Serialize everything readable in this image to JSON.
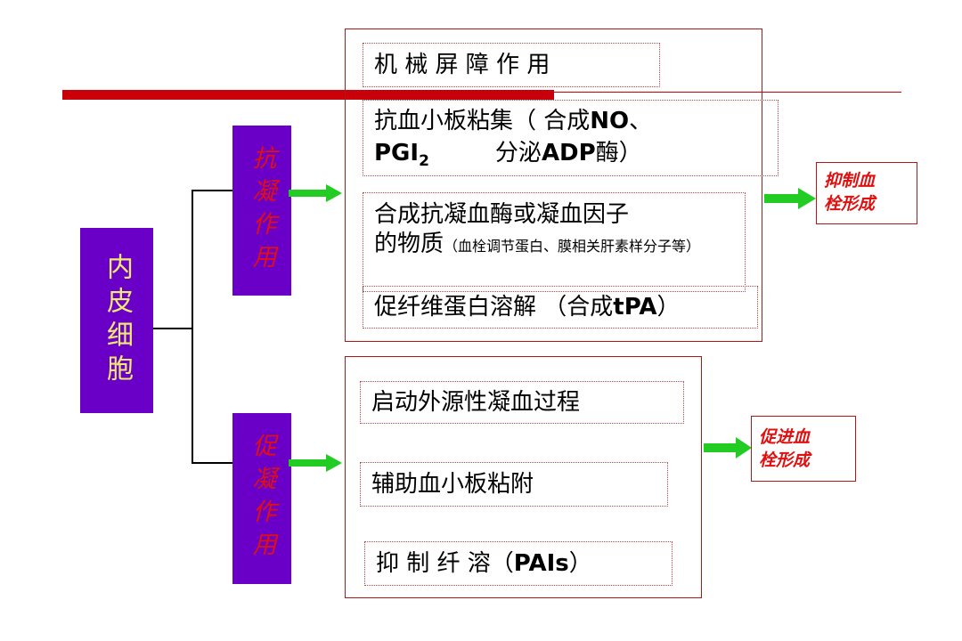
{
  "cell": {
    "label": "内皮细胞"
  },
  "anticoag": {
    "label": "抗凝作用",
    "items": {
      "barrier": "机 械 屏 障 作 用",
      "platelet_l1": "抗血小板粘集（ 合成",
      "platelet_l1_b": "NO",
      "platelet_l1_end": "、",
      "platelet_l2_pgi": "PGI",
      "platelet_l2_sub": "2",
      "platelet_l2_rest": "分泌",
      "platelet_l2_adp": "ADP",
      "platelet_l2_end": "酶）",
      "antithrombin_l1": "合成抗凝血酶或凝血因子",
      "antithrombin_l2": "的物质",
      "antithrombin_note": "（血栓调节蛋白、膜相关肝素样分子等）",
      "fibrinolysis": "促纤维蛋白溶解 （合成",
      "fibrinolysis_b": "tPA",
      "fibrinolysis_end": "）"
    },
    "result": {
      "line1": "抑制血",
      "line2": "栓形成"
    }
  },
  "procoag": {
    "label": "促凝作用",
    "items": {
      "extrinsic": "启动外源性凝血过程",
      "platelet_adhesion": "辅助血小板粘附",
      "inhibit_fibrinolysis": "抑 制 纤 溶（",
      "inhibit_fibrinolysis_b": "PAIs",
      "inhibit_fibrinolysis_end": "）"
    },
    "result": {
      "line1": "促进血",
      "line2": "栓形成"
    }
  },
  "colors": {
    "purple": "#6a00c8",
    "red": "#c8000a",
    "green": "#22cc22",
    "yellow": "#f2ea70"
  }
}
